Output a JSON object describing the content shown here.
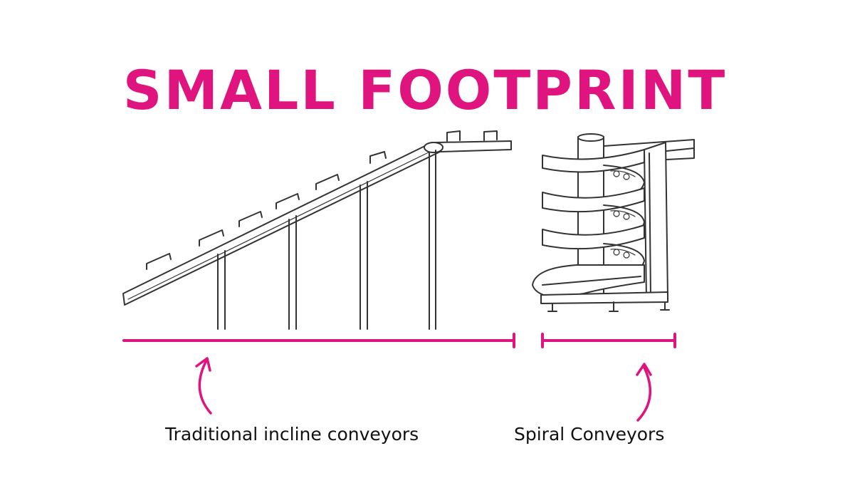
{
  "title": "SMALL FOOTPRINT",
  "colors": {
    "accent": "#e0147f",
    "line_art": "#333333",
    "text": "#111111",
    "background": "#ffffff"
  },
  "labels": {
    "incline": "Traditional incline conveyors",
    "spiral": "Spiral Conveyors"
  }
}
